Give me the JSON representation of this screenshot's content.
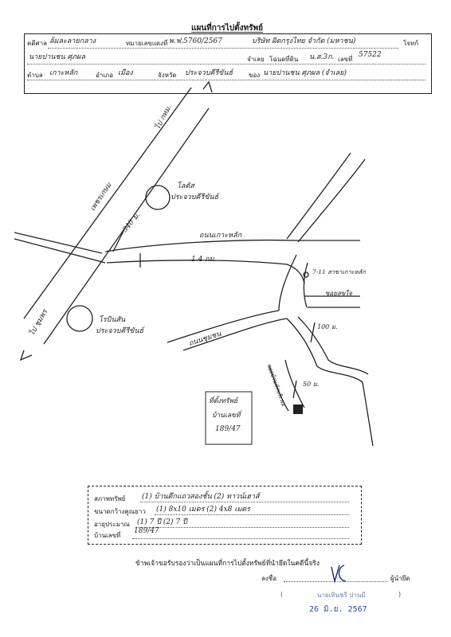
{
  "header": {
    "title": "แผนที่การไปตั้งทรัพย์",
    "case_label": "คดีศาล",
    "case_value": "ล้มละลายกลาง",
    "case_no_label": "หมายเลขแดงที่",
    "case_no_value": "พ.ฟ.5760/2567",
    "plaintiff": "บริษัท ผิดกรุงไทย จำกัด (มหาชน)",
    "phone_label": "โจทก์",
    "defendant": "นายปานชน ศุภผล",
    "defendant_role": "จำเลย",
    "deed_label": "โฉนดที่ดิน",
    "deed_value": "น.ส.3ก.",
    "deed_no_label": "เลขที่",
    "deed_no_value": "57522",
    "subdistrict_label": "ตำบล",
    "subdistrict_value": "เกาะหลัก",
    "district_label": "อำเภอ",
    "district_value": "เมือง",
    "province_label": "จังหวัด",
    "province_value": "ประจวบคีรีขันธ์",
    "owner_label": "ของ",
    "owner_value": "นายปานชน ศุภผล (จำเลย)"
  },
  "map": {
    "highway": "เพชรเกษม",
    "to_north": "ไป กทม.",
    "to_south": "ไป ชุมพร",
    "lotus_top": "โลตัส",
    "lotus_bottom": "ประจวบคีรีขันธ์",
    "robinson_top": "โรบินสัน",
    "robinson_bottom": "ประจวบคีรีขันธ์",
    "road_main": "ถนนเกาะหลัก",
    "dist_main": "1.4 กม.",
    "dist_340": "340 ม.",
    "seven_eleven": "7-11 สาขาเกาะหลัก",
    "soi": "ซอยสุขใจ",
    "road_lower": "ถนนชุมชน",
    "dist_100": "100 ม.",
    "dist_50": "50 ม.",
    "soi_side": "ซอยบ้านพักบริเวณ",
    "target_1": "ที่ตั้งทรัพย์",
    "target_2": "บ้านเลขที่",
    "target_3": "189/47"
  },
  "property": {
    "type_label": "สภาพทรัพย์",
    "type_value": "(1) บ้านตึกแถวสองชั้น (2) ทาวน์เฮาส์",
    "size_label": "ขนาดกว้างคูณยาว",
    "size_value": "(1) 8x10 เมตร (2) 4x8 เมตร",
    "age_label": "อายุประมาณ",
    "age_value": "(1) 7 ปี (2) 7 ปี",
    "house_no_label": "บ้านเลขที่",
    "house_no_value": "189/47"
  },
  "footer": {
    "certify": "ข้าพเจ้าขอรับรองว่าเป็นแผนที่การไปตั้งทรัพย์ที่นำยึดในคดีนี้จริง",
    "sign_label": "ลงชื่อ",
    "role": "ผู้นำยึด",
    "stamp_name": "นายเทินชรี ปานมี",
    "date": "26 มิ.ย. 2567"
  }
}
